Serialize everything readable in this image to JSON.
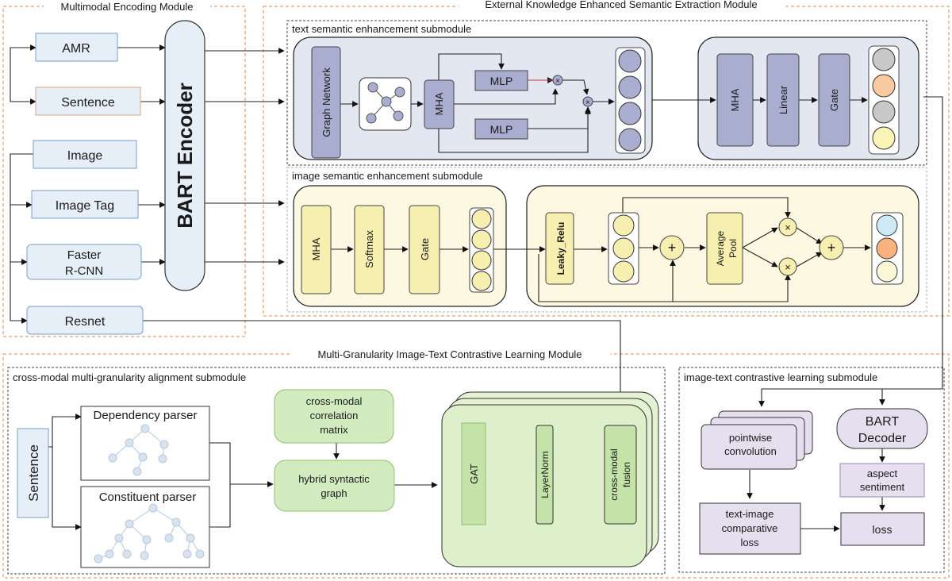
{
  "modules": {
    "encoding": "Multimodal Encoding Module",
    "external": "External Knowledge Enhanced Semantic Extraction Module",
    "contrastive": "Multi-Granularity Image-Text Contrastive Learning Module"
  },
  "submodules": {
    "text_sem": "text semantic enhancement submodule",
    "image_sem": "image semantic enhancement submodule",
    "align": "cross-modal multi-granularity alignment submodule",
    "itcl": "image-text contrastive learning submodule"
  },
  "encoding": {
    "amr": "AMR",
    "sentence": "Sentence",
    "image": "Image",
    "image_tag": "Image Tag",
    "faster_rcnn_1": "Faster",
    "faster_rcnn_2": "R-CNN",
    "resnet": "Resnet",
    "bart_encoder": "BART Encoder"
  },
  "text_sem": {
    "graph_network": "Graph Network",
    "mha": "MHA",
    "mlp_top": "MLP",
    "mlp_bottom": "MLP",
    "mha2": "MHA",
    "linear": "Linear",
    "gate": "Gate"
  },
  "image_sem": {
    "mha": "MHA",
    "softmax": "Softmax",
    "gate": "Gate",
    "leaky_relu": "Leaky_Relu",
    "avg_pool_1": "Average",
    "avg_pool_2": "Pool"
  },
  "align": {
    "sentence": "Sentence",
    "dependency": "Dependency parser",
    "constituent": "Constituent parser",
    "corr_1": "cross-modal",
    "corr_2": "correlation",
    "corr_3": "matrix",
    "hybrid_1": "hybrid syntactic",
    "hybrid_2": "graph",
    "gat": "GAT",
    "layernorm": "LayerNorm",
    "fusion_1": "cross-modal",
    "fusion_2": "fusion"
  },
  "itcl": {
    "pointwise_1": "pointwise",
    "pointwise_2": "convolution",
    "bart_1": "BART",
    "bart_2": "Decoder",
    "aspect_1": "aspect",
    "aspect_2": "sentiment",
    "ti_loss_1": "text-image",
    "ti_loss_2": "comparative",
    "ti_loss_3": "loss",
    "loss": "loss"
  },
  "colors": {
    "module_border": "#e8a070",
    "input_fill": "#e6eef8",
    "text_block_fill": "#e3e7f1",
    "text_node_fill": "#a9aed0",
    "image_block_fill": "#fcf8e2",
    "image_node_fill": "#f7efb0",
    "green_fill": "#d2ecc0",
    "purple_fill": "#e6dff0"
  }
}
